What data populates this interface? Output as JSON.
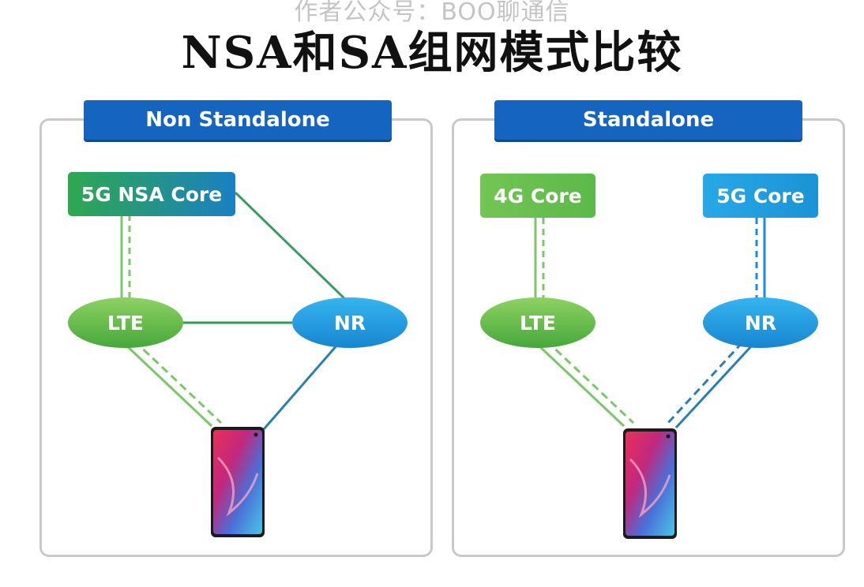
{
  "watermark": "作者公众号：BOO聊通信",
  "title": "NSA和SA组网模式比较",
  "left_panel": {
    "banner": "Non Standalone",
    "core": "5G NSA Core",
    "lte": "LTE",
    "nr": "NR"
  },
  "right_panel": {
    "banner": "Standalone",
    "core_4g": "4G Core",
    "core_5g": "5G Core",
    "lte": "LTE",
    "nr": "NR"
  },
  "colors": {
    "banner": "#1565c0",
    "lte_line": "#4caf50",
    "nr_line": "#1e88e5",
    "core_green": "#2e9e4f",
    "core_light_green": "#6cc24a",
    "core_blue": "#1ea1e0"
  }
}
